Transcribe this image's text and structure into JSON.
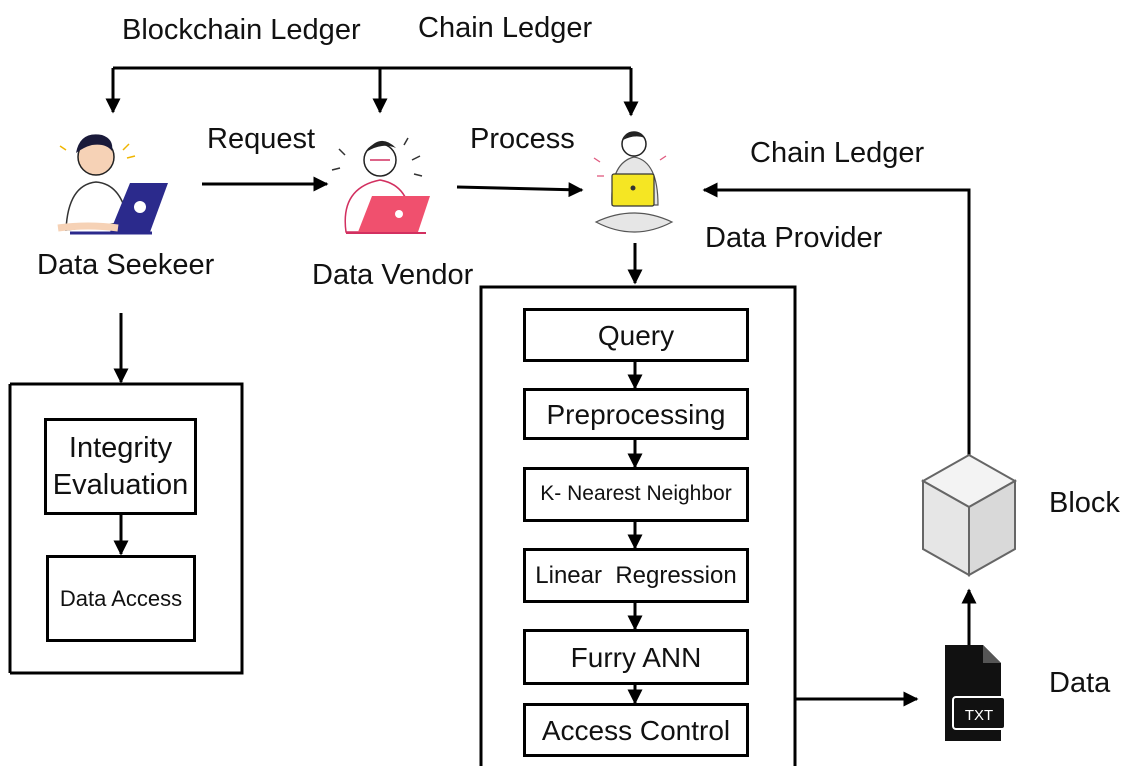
{
  "top_labels": {
    "blockchain_ledger": "Blockchain Ledger",
    "chain_ledger": "Chain Ledger"
  },
  "arrows": {
    "request": "Request",
    "process": "Process",
    "chain_ledger_return": "Chain Ledger"
  },
  "actors": {
    "seeker": "Data Seekeer",
    "vendor": "Data Vendor",
    "provider": "Data Provider"
  },
  "seeker_steps": [
    "Integrity Evaluation",
    "Data Access"
  ],
  "provider_steps": [
    "Query",
    "Preprocessing",
    "K- Nearest Neighbor",
    "Linear  Regression",
    "Furry ANN",
    "Access Control"
  ],
  "storage": {
    "block": "Block",
    "data": "Data",
    "file_badge": "TXT"
  },
  "colors": {
    "vendor_laptop": "#f0506e",
    "provider_laptop": "#f5e623",
    "seeker_laptop": "#2b2a8c",
    "block_face": "#e9e9e9"
  }
}
